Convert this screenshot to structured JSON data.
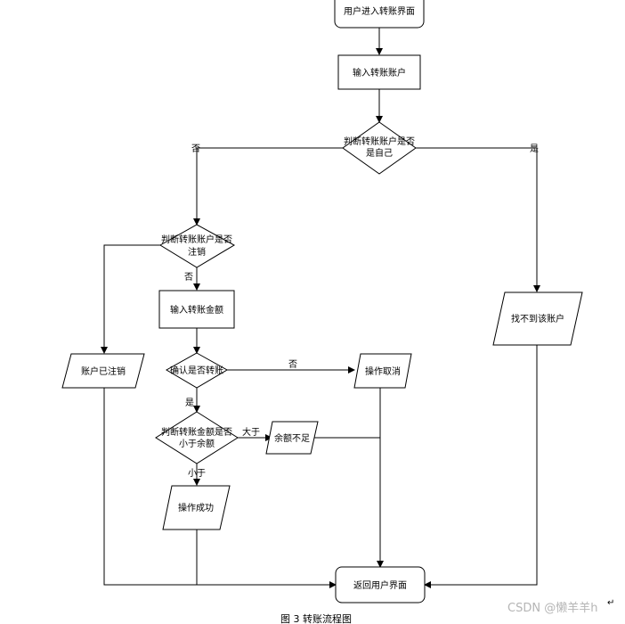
{
  "diagram": {
    "nodes": {
      "start": "用户进入转账界面",
      "input_account": "输入转账账户",
      "check_self_line1": "判断转账账户是否",
      "check_self_line2": "是自己",
      "check_cancel_line1": "判断转账账户是否",
      "check_cancel_line2": "注销",
      "input_amount": "输入转账金额",
      "confirm": "确认是否转账",
      "check_balance_line1": "判断转账金额是否",
      "check_balance_line2": "小于余额",
      "not_found": "找不到该账户",
      "cancelled": "账户已注销",
      "op_cancel": "操作取消",
      "insufficient": "余额不足",
      "op_success": "操作成功",
      "return": "返回用户界面"
    },
    "edge_labels": {
      "self_no": "否",
      "self_yes": "是",
      "cancel_no": "否",
      "confirm_no": "否",
      "confirm_yes": "是",
      "balance_greater": "大于",
      "balance_less": "小于"
    }
  },
  "caption": "图 3 转账流程图",
  "watermark": "CSDN @懒羊羊h"
}
